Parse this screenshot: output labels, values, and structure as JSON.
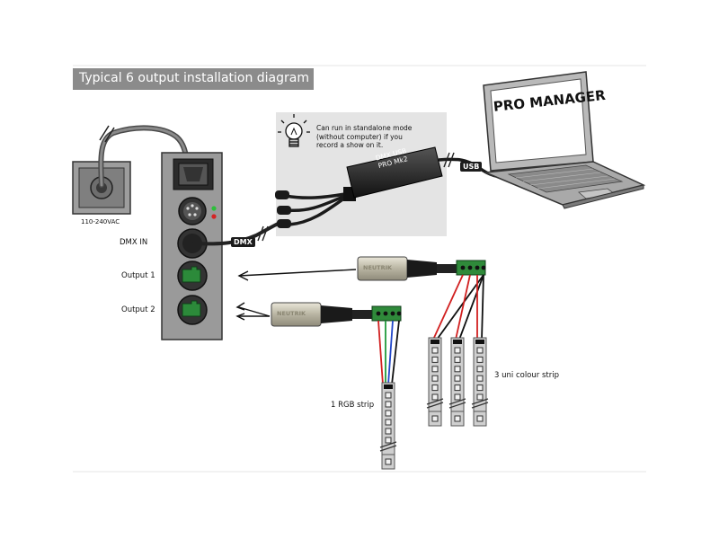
{
  "header": {
    "title": "Typical 6 output installation diagram"
  },
  "power": {
    "label": "110-240VAC"
  },
  "controller": {
    "dmx_in": "DMX IN",
    "output1": "Output 1",
    "output2": "Output 2"
  },
  "note": {
    "text": "Can run in standalone mode (without computer) if you record a show on it."
  },
  "dongle": {
    "line1": "DMX USB",
    "line2": "PRO Mk2"
  },
  "cables": {
    "dmx": "DMX",
    "usb": "USB"
  },
  "laptop": {
    "screen_text": "PRO MANAGER"
  },
  "connectors": {
    "brand": "NEUTRIK"
  },
  "strips": {
    "rgb": "1 RGB strip",
    "uni": "3 uni colour strip"
  },
  "colors": {
    "frame_bg": "#e4e4e4",
    "device": "#9a9a9a",
    "header": "#8b8b8b",
    "wire_red": "#d12020",
    "wire_green": "#1f9a3a",
    "wire_blue": "#2247c9",
    "terminal": "#2f8a3a",
    "strip": "#cfcfcf"
  }
}
